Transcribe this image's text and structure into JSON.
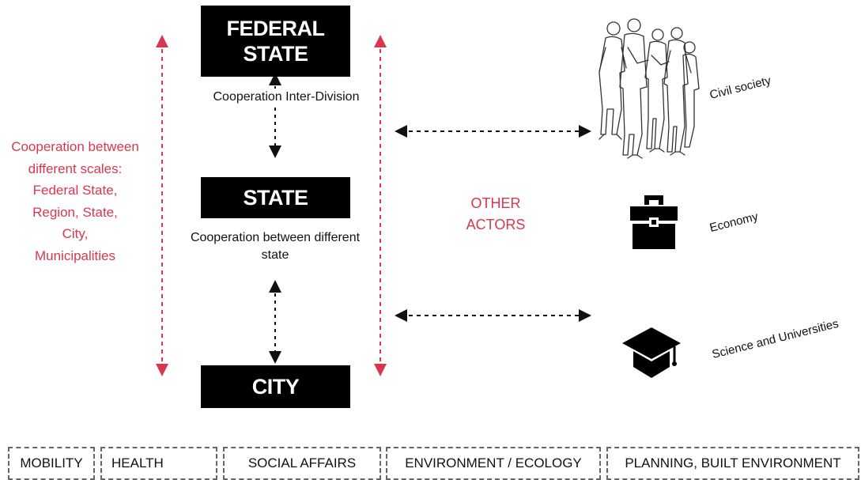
{
  "hierarchy": {
    "federal_state": "FEDERAL\nSTATE",
    "state": "STATE",
    "city": "CITY"
  },
  "cooperation": {
    "inter_division": "Cooperation Inter-Division",
    "between_states": "Cooperation between different state",
    "scales": "Cooperation between different scales:\nFederal State,\nRegion, State,\nCity,\nMunicipalities"
  },
  "other_actors": "OTHER\nACTORS",
  "actors": {
    "civil_society": "Civil society",
    "economy": "Economy",
    "science": "Science and Universities"
  },
  "sectors": [
    "MOBILITY",
    "HEALTH",
    "SOCIAL AFFAIRS",
    "ENVIRONMENT / ECOLOGY",
    "PLANNING, BUILT ENVIRONMENT"
  ],
  "colors": {
    "accent_red": "#d8374f",
    "box_black": "#000000",
    "dashed_gray": "#666666"
  }
}
